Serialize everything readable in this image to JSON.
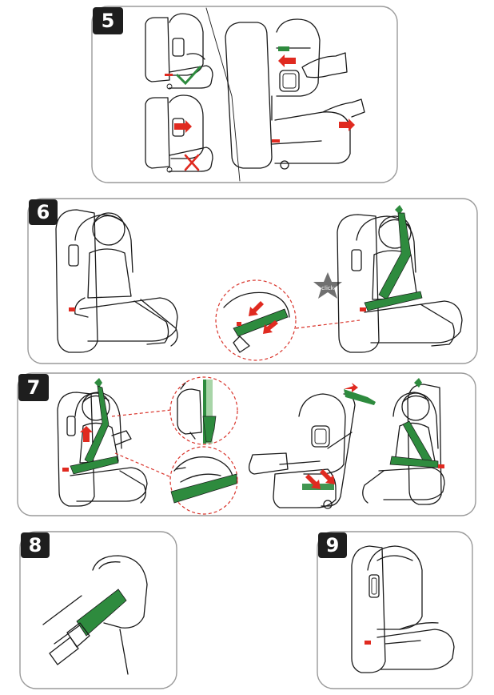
{
  "steps": [
    {
      "number": "5"
    },
    {
      "number": "6",
      "callout_label": "click"
    },
    {
      "number": "7"
    },
    {
      "number": "8"
    },
    {
      "number": "9"
    }
  ],
  "colors": {
    "belt_green": "#2e8b3e",
    "belt_light": "#a8d5a8",
    "arrow_red": "#e02a20",
    "badge": "#1e1e1e",
    "star": "#707070",
    "frame": "#9a9a9a"
  },
  "icons": [
    "check-icon",
    "cross-icon",
    "star-click-icon",
    "arrow-icon"
  ]
}
